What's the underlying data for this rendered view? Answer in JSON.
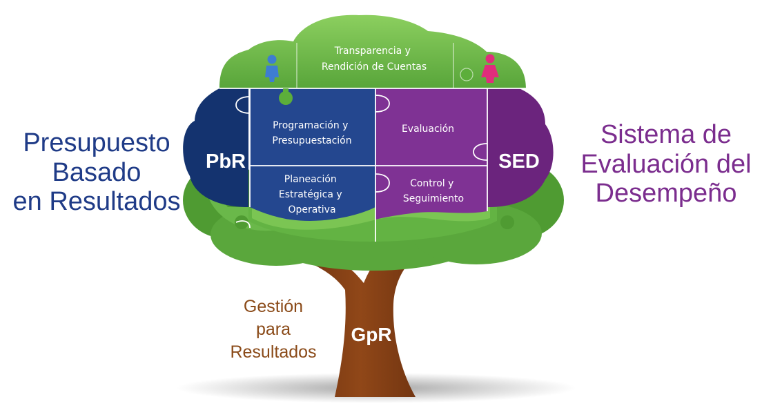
{
  "side_labels": {
    "pbr": [
      "Presupuesto",
      "Basado",
      "en Resultados"
    ],
    "sed": [
      "Sistema de",
      "Evaluación del",
      "Desempeño"
    ],
    "gpr": [
      "Gestión",
      "para",
      "Resultados"
    ]
  },
  "abbreviations": {
    "pbr": "PbR",
    "sed": "SED",
    "gpr": "GpR"
  },
  "pieces": {
    "transparencia": [
      "Transparencia y",
      "Rendición de Cuentas"
    ],
    "programacion": [
      "Programación y",
      "Presupuestación"
    ],
    "evaluacion": [
      "Evaluación"
    ],
    "planeacion": [
      "Planeación",
      "Estratégica y",
      "Operativa"
    ],
    "control": [
      "Control y",
      "Seguimiento"
    ]
  },
  "colors": {
    "leaf_green": "#5cae3a",
    "light_green": "#8ccf5f",
    "blue_dark": "#14336f",
    "blue_piece": "#24478f",
    "purple_dark": "#6b247d",
    "purple_piece": "#7f3294",
    "trunk": "#8a4215",
    "pbr_text": "#1f3b87",
    "sed_text": "#7b2d8e",
    "gpr_text": "#8a4a18"
  },
  "icons": {
    "left_person": "male-person-icon",
    "right_person": "female-person-icon"
  }
}
